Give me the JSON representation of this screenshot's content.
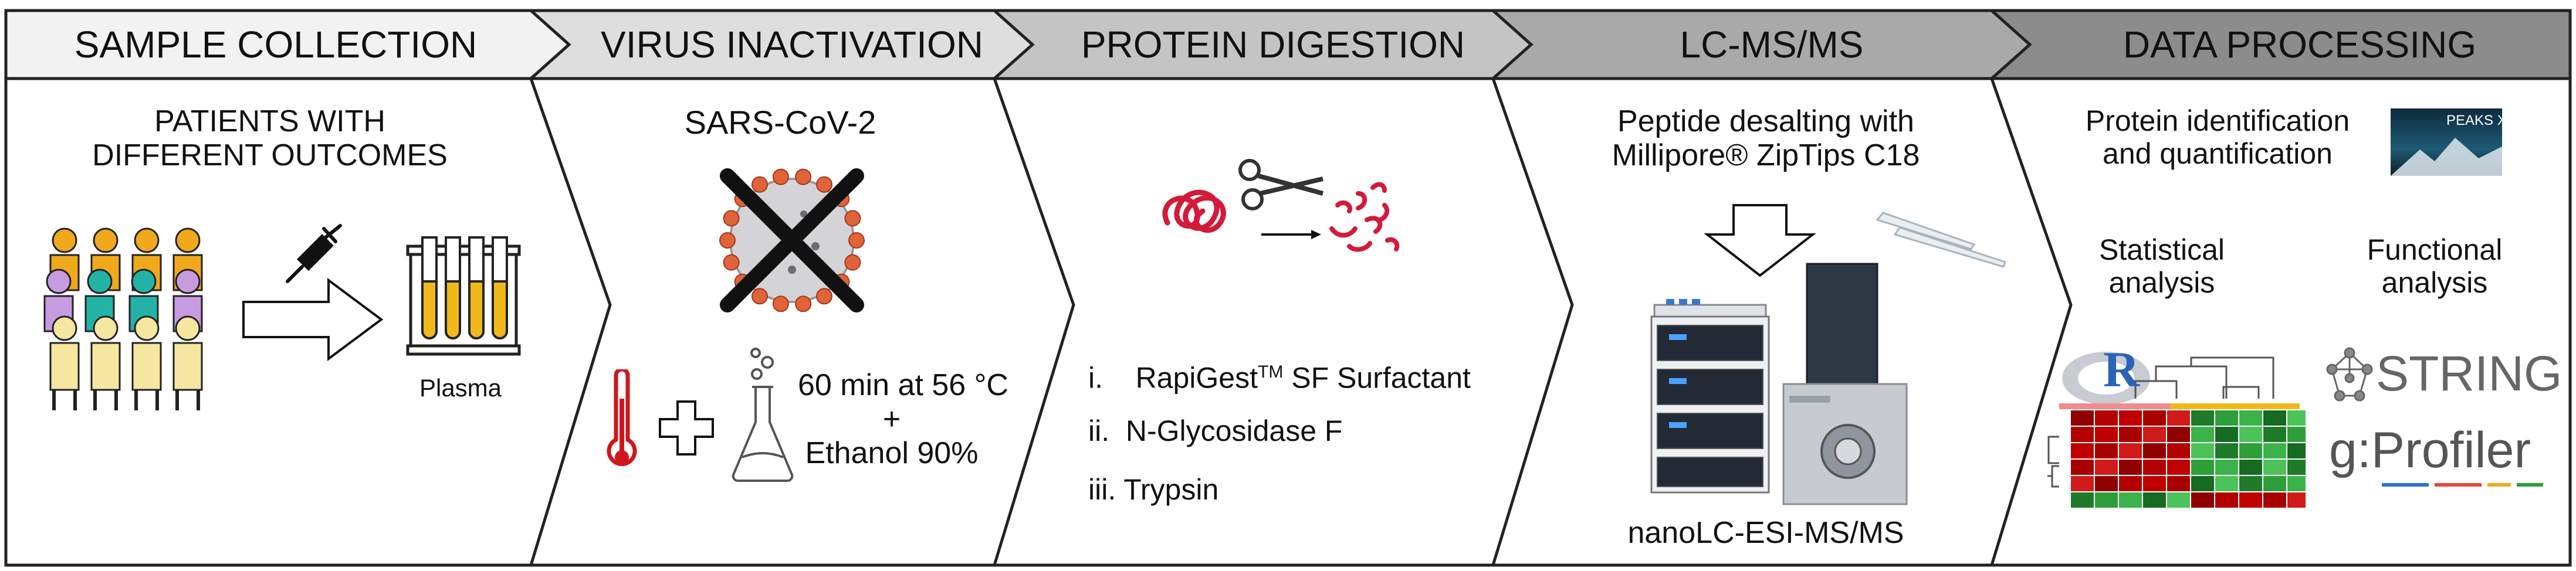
{
  "steps": [
    {
      "title": "SAMPLE COLLECTION"
    },
    {
      "title": "VIRUS INACTIVATION"
    },
    {
      "title": "PROTEIN DIGESTION"
    },
    {
      "title": "LC-MS/MS"
    },
    {
      "title": "DATA PROCESSING"
    }
  ],
  "sample_collection": {
    "patients_line1": "PATIENTS WITH",
    "patients_line2": "DIFFERENT OUTCOMES",
    "plasma_label": "Plasma"
  },
  "virus_inactivation": {
    "virus_name": "SARS-CoV-2",
    "condition_line1": "60 min at 56 °C",
    "condition_plus": "+",
    "condition_line2": "Ethanol 90%"
  },
  "protein_digestion": {
    "items": [
      {
        "marker": "i.",
        "text": "RapiGest",
        "sup": "TM",
        "suffix": " SF Surfactant"
      },
      {
        "marker": "ii.",
        "text": "N-Glycosidase F"
      },
      {
        "marker": "iii.",
        "text": "Trypsin"
      }
    ]
  },
  "lcms": {
    "desalting_line1": "Peptide desalting with",
    "desalting_line2": "Millipore® ZipTips C18",
    "instrument_label": "nanoLC-ESI-MS/MS"
  },
  "data_processing": {
    "identification_line1": "Protein identification",
    "identification_line2": "and quantification",
    "peaks_logo": "PEAKS X+",
    "statistical_line1": "Statistical",
    "statistical_line2": "analysis",
    "functional_line1": "Functional",
    "functional_line2": "analysis",
    "r_logo": "R",
    "string_logo": "STRING",
    "gprofiler_logo": "g:Profiler"
  },
  "colors": {
    "header_1": "#f2f2f2",
    "header_2": "#dedede",
    "header_3": "#c4c4c4",
    "header_4": "#a9a9a9",
    "header_5": "#8c8c8c",
    "thermometer": "#d0161d",
    "peptide": "#d41a3a",
    "tube_fill": "#f0b81a",
    "virus_spikes": "#e0633a",
    "heatmap_red": "#c00000",
    "heatmap_green": "#2e9e3a"
  }
}
